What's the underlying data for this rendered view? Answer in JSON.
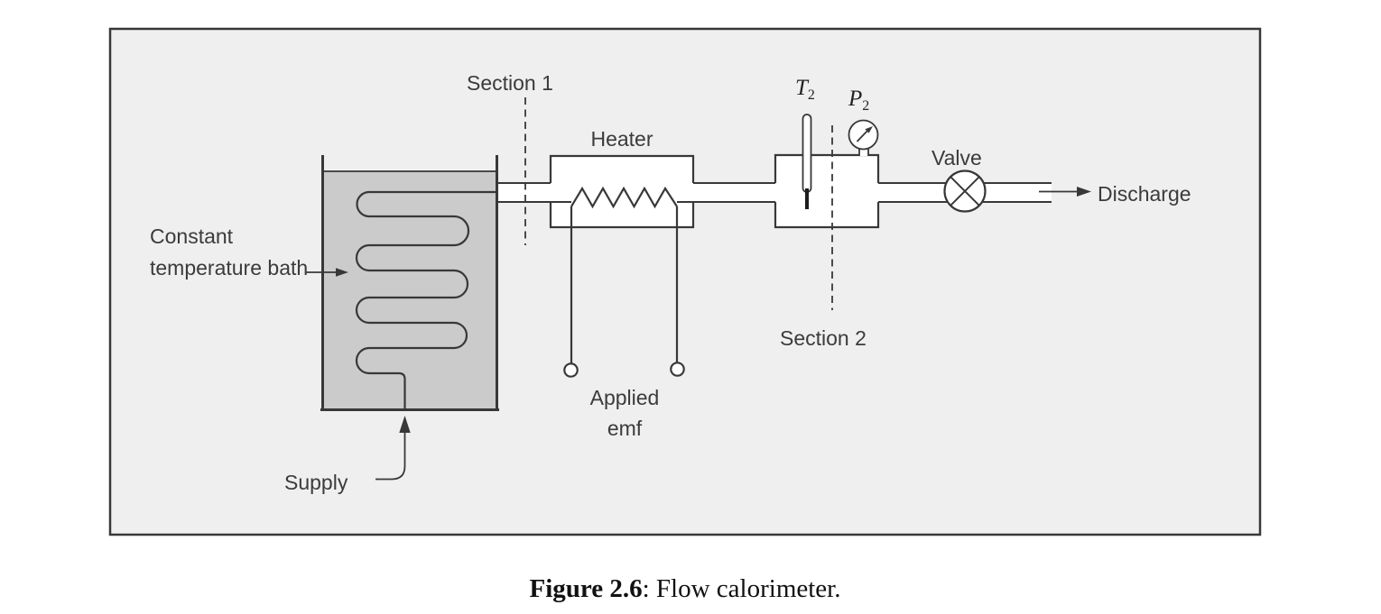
{
  "figure": {
    "caption_bold": "Figure 2.6",
    "caption_rest": ": Flow calorimeter."
  },
  "diagram": {
    "labels": {
      "section1": "Section 1",
      "heater": "Heater",
      "t2_symbol": "T",
      "t2_sub": "2",
      "p2_symbol": "P",
      "p2_sub": "2",
      "valve": "Valve",
      "discharge": "Discharge",
      "constant_bath": "Constant temperature bath",
      "supply": "Supply",
      "applied_emf_line1": "Applied",
      "applied_emf_line2": "emf",
      "section2": "Section 2"
    },
    "colors": {
      "line": "#383838",
      "label_text": "#3b3b3b",
      "bath_fill": "#cbcbcb",
      "panel_bg": "#efefef",
      "component_fill": "#ffffff",
      "caption_text": "#111111"
    }
  }
}
